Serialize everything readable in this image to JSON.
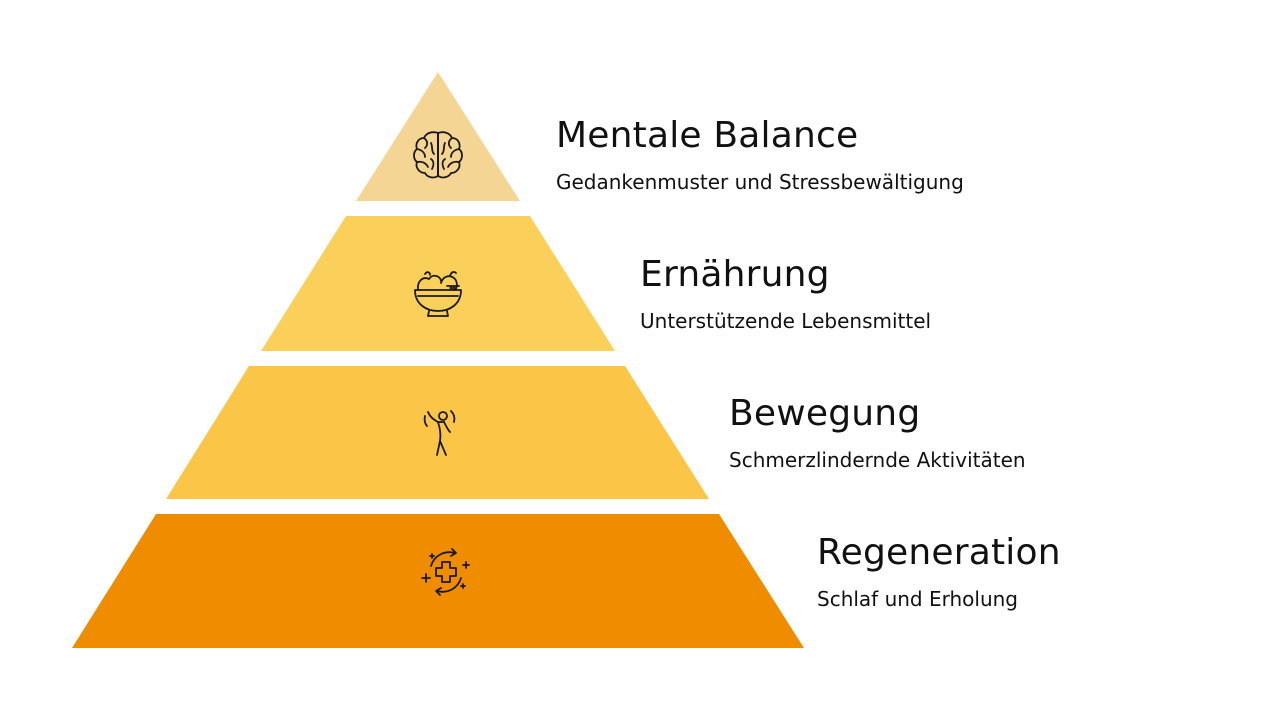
{
  "colors": {
    "level_1": "#F5D594",
    "level_2": "#FBD05A",
    "level_3": "#FBC548",
    "level_4": "#F08C00",
    "text": "#111111",
    "icon": "#1a1a1a"
  },
  "levels": [
    {
      "title": "Mentale Balance",
      "description": "Gedankenmuster und Stressbewältigung",
      "icon": "brain-icon"
    },
    {
      "title": "Ernährung",
      "description": "Unterstützende Lebensmittel",
      "icon": "fruit-bowl-icon"
    },
    {
      "title": "Bewegung",
      "description": "Schmerzlindernde Aktivitäten",
      "icon": "person-exercise-icon"
    },
    {
      "title": "Regeneration",
      "description": "Schlaf und Erholung",
      "icon": "health-cycle-icon"
    }
  ]
}
